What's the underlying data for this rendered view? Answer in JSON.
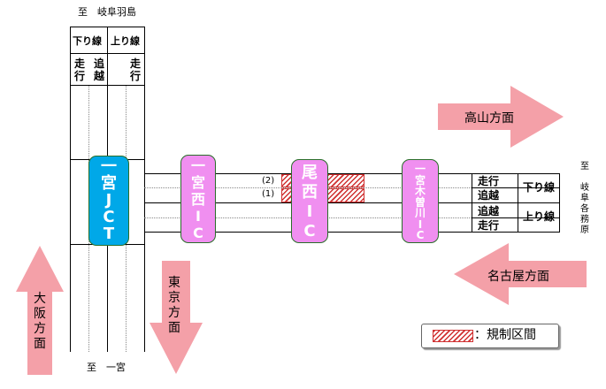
{
  "top_label": "至　岐阜羽島",
  "bottom_label": "至　一宮",
  "right_label": "至\n\n岐\n阜\n各\n務\n原",
  "table": {
    "header_down": "下り線",
    "header_up": "上り線",
    "col1": "走\n行",
    "col2": "追\n越",
    "col3": "走\n行"
  },
  "interchanges": [
    {
      "name": "一宮JCT",
      "color": "#00a8e8"
    },
    {
      "name": "一宮西IC",
      "color": "#f08ff0"
    },
    {
      "name": "尾西IC",
      "color": "#f08ff0"
    },
    {
      "name": "一宮木曽川IC",
      "color": "#f08ff0"
    }
  ],
  "jct_text": "一\n宮\nJ\nC\nT",
  "ic1_text": "一\n宮\n西\nI\nC",
  "ic2_text": "尾\n西\nI\nC",
  "ic3_text": "一\n宮\n木\n曽\n川\nI\nC",
  "lane_marks": {
    "m2": "(2)",
    "m1": "(1)"
  },
  "right_table": {
    "lane1": "走行",
    "lane2": "追越",
    "lane3": "追越",
    "lane4": "走行",
    "down": "下り線",
    "up": "上り線"
  },
  "directions": {
    "takayama": "高山方面",
    "nagoya": "名古屋方面",
    "tokyo": "東\n京\n方\n面",
    "osaka": "大\n阪\n方\n面"
  },
  "legend": {
    "label": "：規制区間"
  },
  "colors": {
    "arrow": "#f4a0a8",
    "restriction": "#d03030"
  }
}
